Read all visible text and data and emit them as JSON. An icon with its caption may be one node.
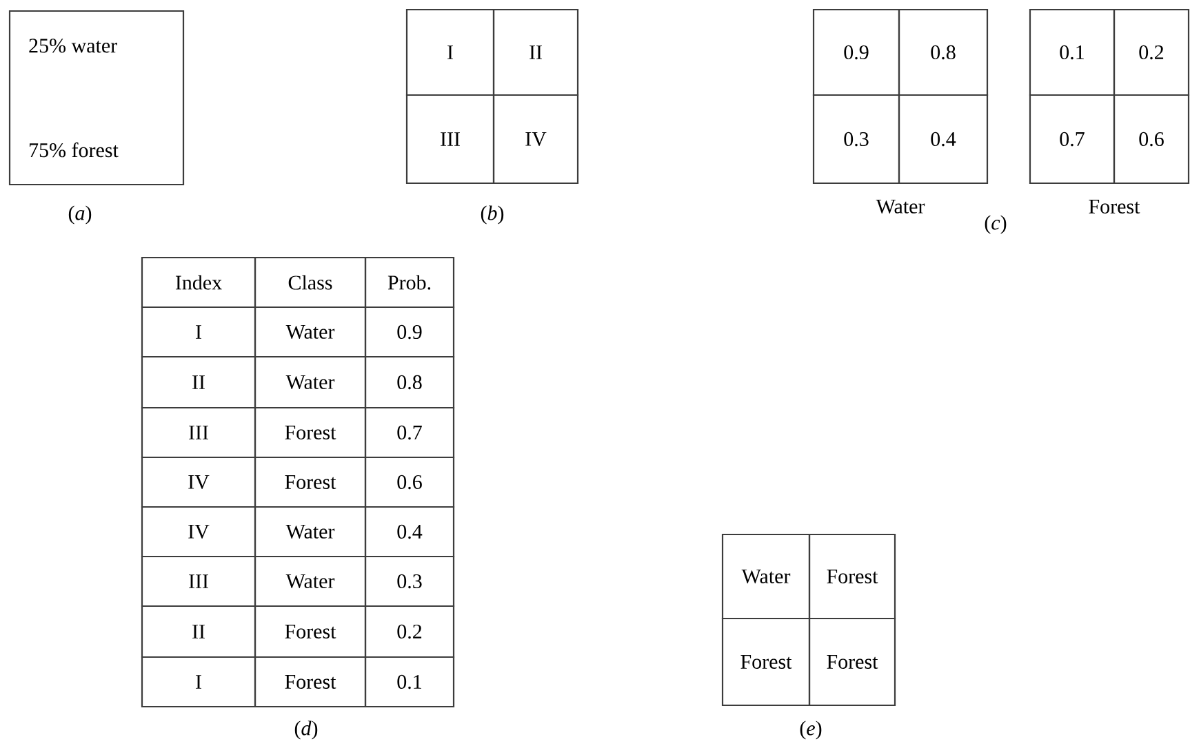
{
  "diagram": {
    "nodes": [
      {
        "text": [
          "25% water",
          "75% forest"
        ]
      },
      {
        "text": [
          "I"
        ]
      },
      {
        "text": [
          "II"
        ]
      },
      {
        "text": [
          "III"
        ]
      },
      {
        "text": [
          "IV"
        ]
      },
      {
        "text": [
          "0.9"
        ]
      },
      {
        "text": [
          "0.8"
        ]
      },
      {
        "text": [
          "0.3"
        ]
      },
      {
        "text": [
          "0.4"
        ]
      },
      {
        "text": [
          "0.1"
        ]
      },
      {
        "text": [
          "0.2"
        ]
      },
      {
        "text": [
          "0.7"
        ]
      },
      {
        "text": [
          "0.6"
        ]
      },
      {
        "text": [
          "Water"
        ]
      },
      {
        "text": [
          "Forest"
        ]
      },
      {
        "text": [
          "Forest"
        ]
      },
      {
        "text": [
          "Forest"
        ]
      }
    ],
    "labels": [
      "(*a*)",
      "(*b*)",
      "Water",
      "Forest",
      "(*c*)",
      "Index",
      "Class",
      "Prob.",
      "I",
      "Water",
      "0.9",
      "II",
      "Water",
      "0.8",
      "III",
      "Forest",
      "0.7",
      "IV",
      "Forest",
      "0.6",
      "IV",
      "Water",
      "0.4",
      "III",
      "Water",
      "0.3",
      "II",
      "Forest",
      "0.2",
      "I",
      "Forest",
      "0.1",
      "(*d*)",
      "(*e*)"
    ]
  }
}
